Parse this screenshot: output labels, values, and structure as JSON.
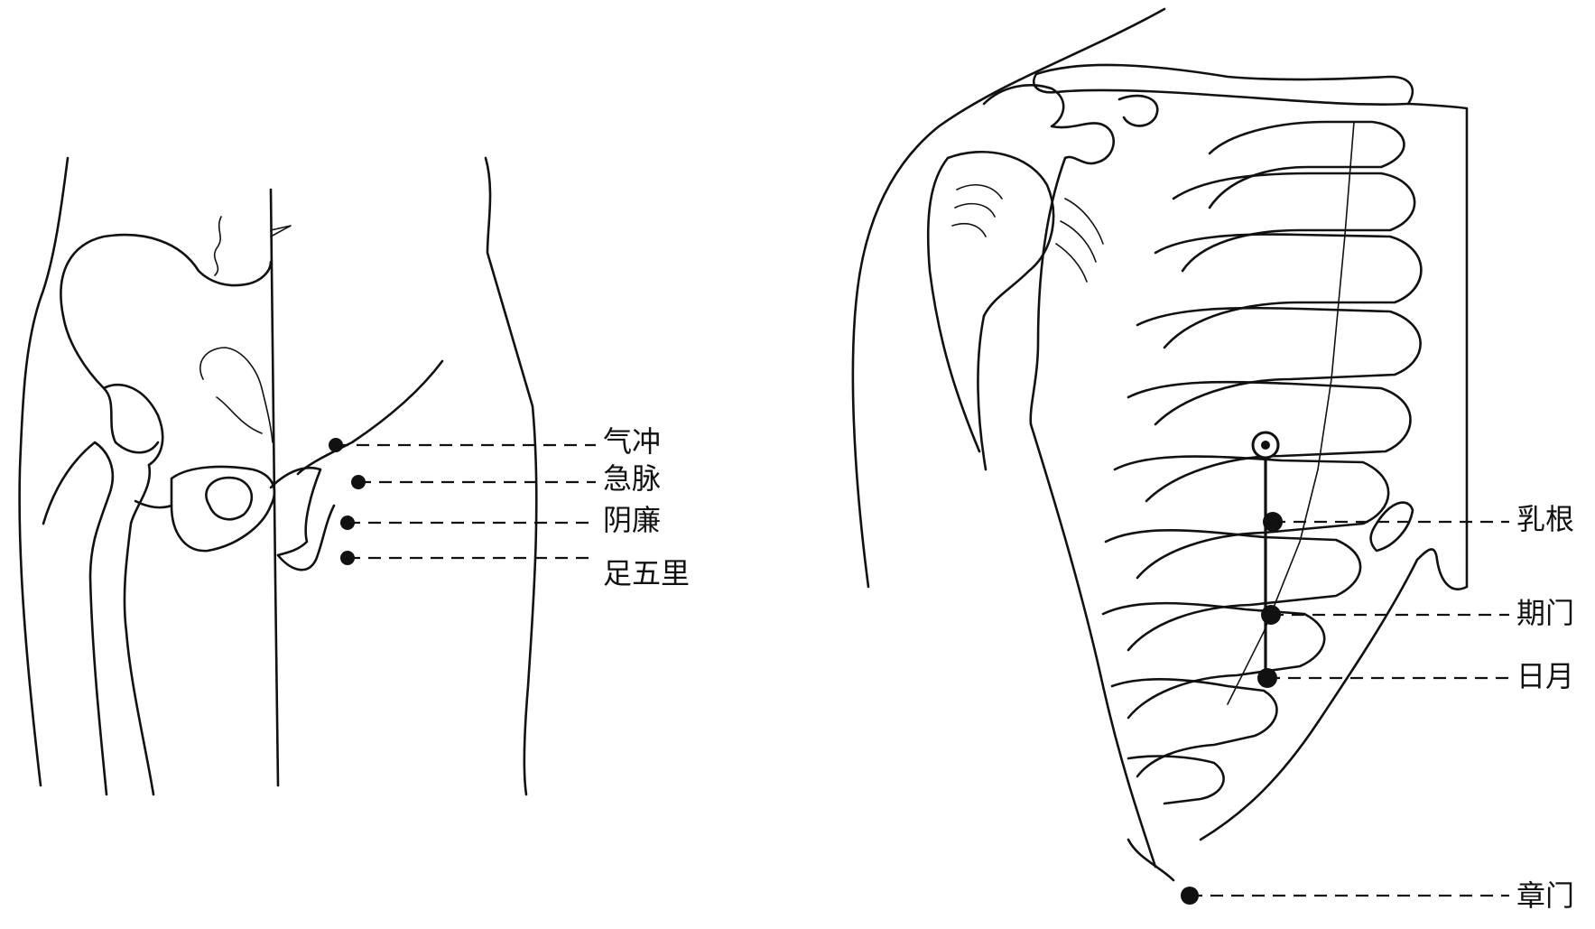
{
  "left_figure": {
    "points": [
      {
        "label": "气冲"
      },
      {
        "label": "急脉"
      },
      {
        "label": "阴廉"
      },
      {
        "label": "足五里"
      }
    ]
  },
  "right_figure": {
    "points": [
      {
        "label": "乳根"
      },
      {
        "label": "期门"
      },
      {
        "label": "日月"
      },
      {
        "label": "章门"
      }
    ]
  }
}
